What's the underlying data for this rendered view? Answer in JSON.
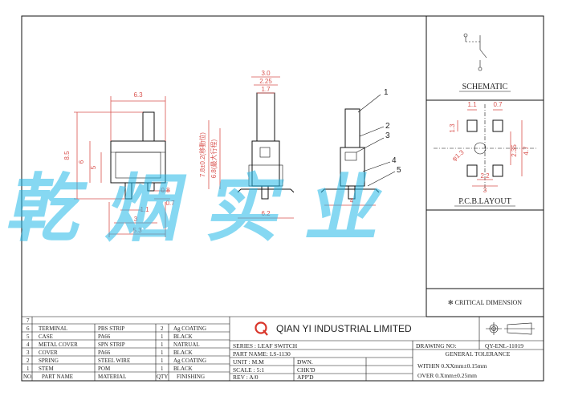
{
  "dims": {
    "front": {
      "w": "6.3",
      "h": "8.5",
      "h2": "6",
      "h3": "5",
      "b1": "0.8",
      "b2": "0.7",
      "p1": "1.1",
      "p2": "3",
      "p3": "5.3"
    },
    "side": {
      "w1": "3.0",
      "w2": "2.25",
      "w3": "1.7",
      "v1": "7.8±0.2(移動位)",
      "v2": "6.8(最大行程)",
      "b": "6.2"
    },
    "balloon": {
      "1": "1",
      "2": "2",
      "3": "3",
      "4": "4",
      "5": "5",
      "base": "4"
    },
    "pcb": {
      "d1": "1.1",
      "d2": "0.7",
      "d3": "1.3",
      "d4": "2.35",
      "d5": "4.7",
      "d6": "2.2",
      "d7": "3",
      "d8": "φ1.3"
    }
  },
  "watermark": "乾 烟 实 业",
  "panel": {
    "schematic": "SCHEMATIC",
    "pcb": "P.C.B.LAYOUT",
    "critical": "✻ CRITICAL DIMENSION"
  },
  "bom": {
    "blank_no": "7",
    "rows": [
      {
        "no": "6",
        "part": "TERMINAL",
        "mat": "PBS STRIP",
        "qty": "2",
        "fin": "Ag COATING"
      },
      {
        "no": "5",
        "part": "CASE",
        "mat": "PA66",
        "qty": "1",
        "fin": "BLACK"
      },
      {
        "no": "4",
        "part": "METAL COVER",
        "mat": "SPN STRIP",
        "qty": "1",
        "fin": "NATRUAL"
      },
      {
        "no": "3",
        "part": "COVER",
        "mat": "PA66",
        "qty": "1",
        "fin": "BLACK"
      },
      {
        "no": "2",
        "part": "SPRING",
        "mat": "STEEL WIRE",
        "qty": "1",
        "fin": "Ag COATING"
      },
      {
        "no": "1",
        "part": "STEM",
        "mat": "POM",
        "qty": "1",
        "fin": "BLACK"
      }
    ],
    "header": {
      "no": "NO.",
      "part": "PART NAME",
      "mat": "MATERIAL",
      "qty": "QTY",
      "fin": "FINISHING"
    }
  },
  "title": {
    "company": "QIAN YI INDUSTRIAL LIMITED",
    "logo": "Q",
    "series": "SERIES : LEAF SWITCH",
    "partname": "PART NAME: LS-1130",
    "unit": "UNIT : M.M",
    "scale": "SCALE : 5:1",
    "rev": "REV   : A/0",
    "dwn": "DWN.",
    "chkd": "CHK'D",
    "appd": "APP'D",
    "drawing_no_label": "DRAWING NO:",
    "drawing_no": "QY-ENL-11019",
    "tol_title": "GENERAL TOLERANCE",
    "tol1": "WITHIN 0.XXmm±0.15mm",
    "tol2": "OVER   0.Xmm±0.25mm"
  }
}
